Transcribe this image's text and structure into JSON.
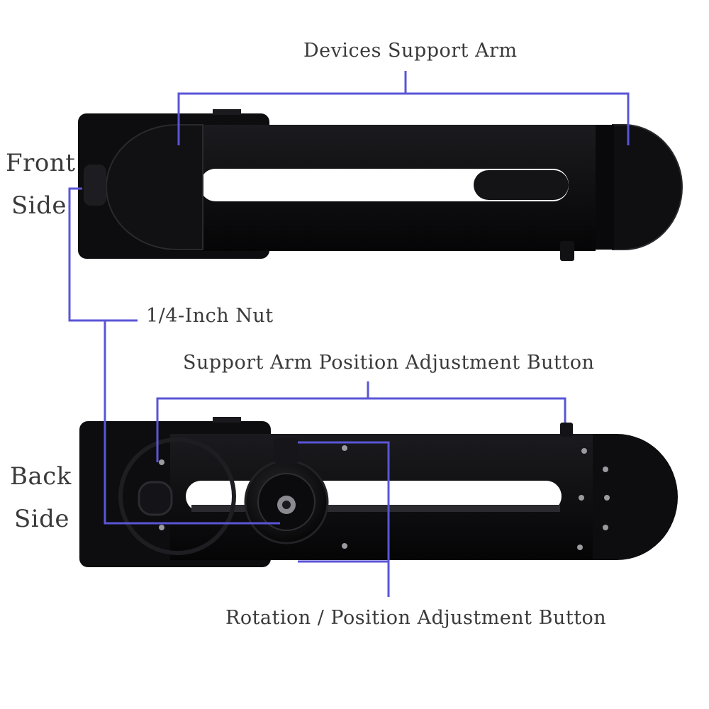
{
  "labels": {
    "devices_support_arm": "Devices Support Arm",
    "front": "Front",
    "front_side": "Side",
    "nut": "1/4-Inch Nut",
    "support_arm_button": "Support Arm Position Adjustment Button",
    "back": "Back",
    "back_side": "Side",
    "rotation_button": "Rotation / Position Adjustment Button"
  },
  "colors": {
    "callout_line": "#5a55d6",
    "product_body": "#0c0c0e",
    "text": "#3a3a3a",
    "background": "#ffffff"
  }
}
